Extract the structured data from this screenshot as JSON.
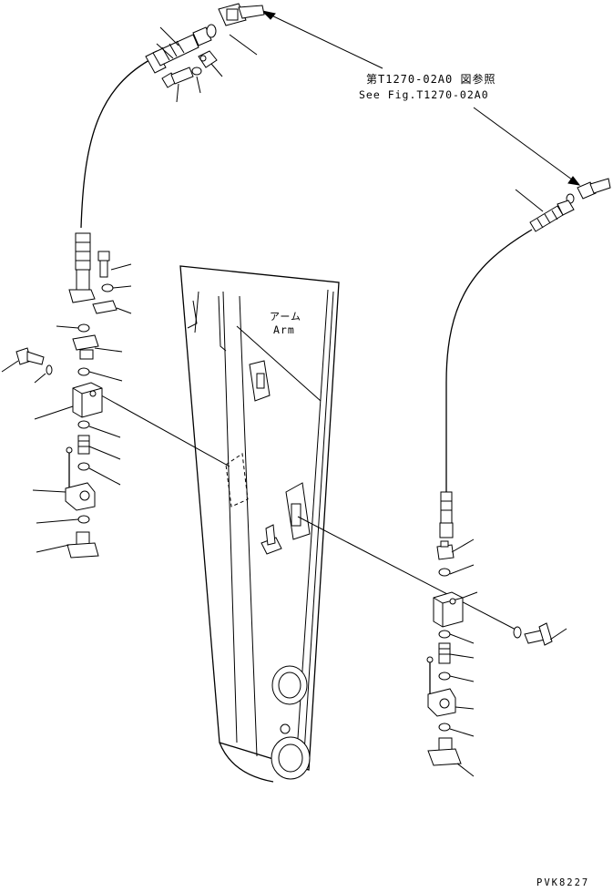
{
  "reference": {
    "japanese": "第T1270-02A0 図参照",
    "english": "See Fig.T1270-02A0"
  },
  "arm_label": {
    "japanese": "アーム",
    "english": "Arm"
  },
  "drawing_code": "PVK8227",
  "icons": {
    "arm": "arm-boom-drawing",
    "hose": "hydraulic-hose",
    "block": "valve-block",
    "valve": "stop-valve",
    "flange": "flange-fitting",
    "bolt": "bolt",
    "o_ring": "o-ring",
    "elbow": "elbow-fitting",
    "clamp": "clamp"
  }
}
